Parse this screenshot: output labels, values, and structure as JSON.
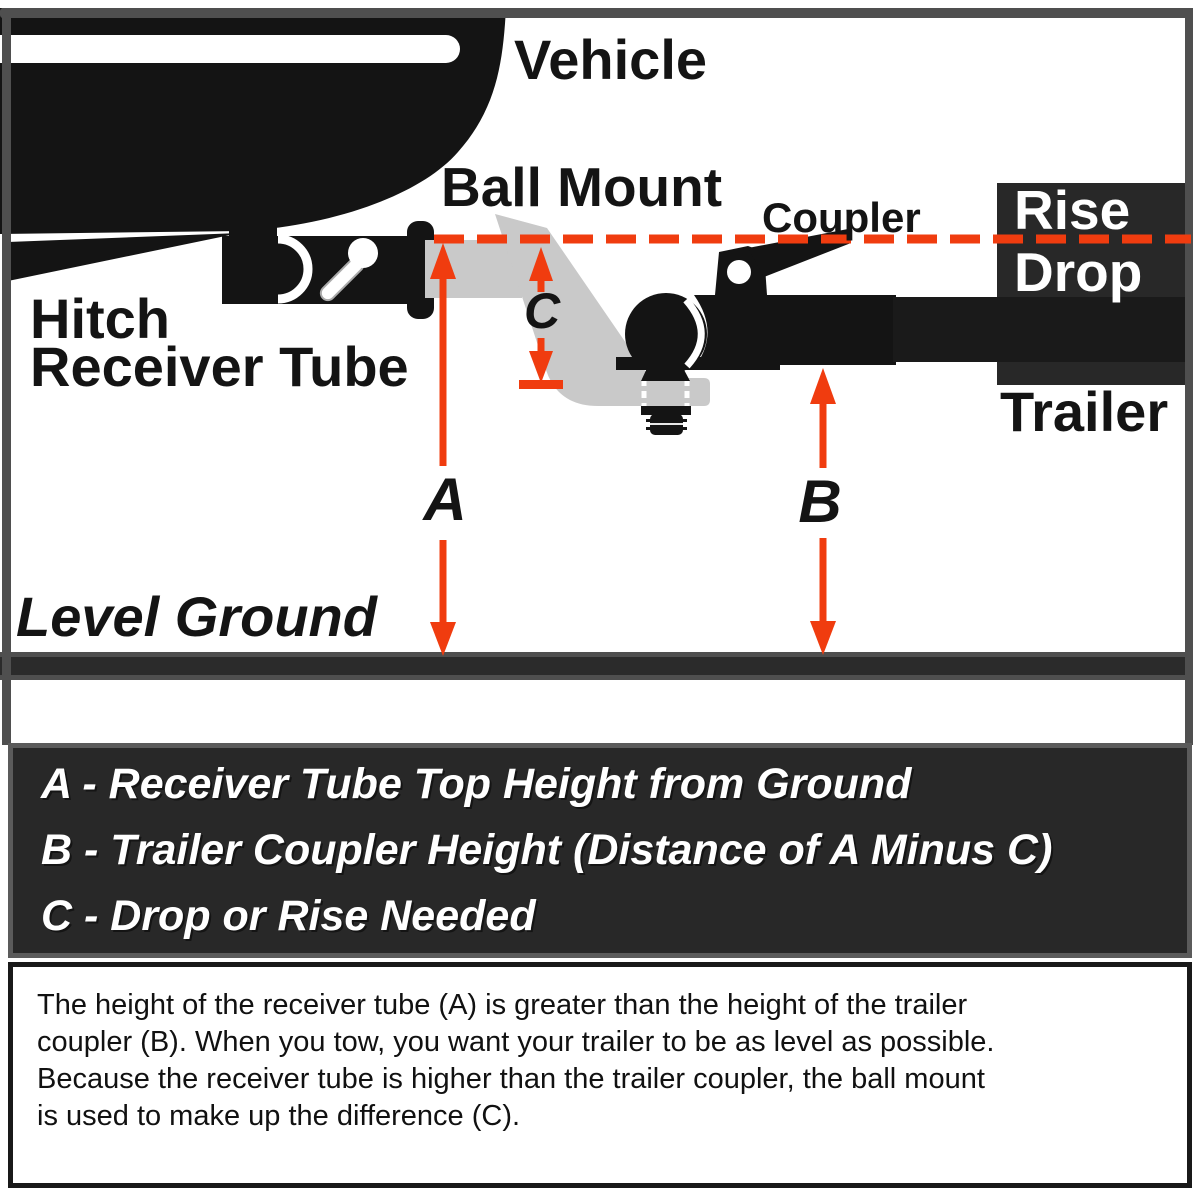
{
  "diagram": {
    "labels": {
      "vehicle": "Vehicle",
      "ball_mount": "Ball Mount",
      "coupler": "Coupler",
      "rise": "Rise",
      "drop": "Drop",
      "trailer": "Trailer",
      "hitch_receiver_line1": "Hitch",
      "hitch_receiver_line2": "Receiver Tube",
      "level_ground": "Level Ground"
    },
    "markers": {
      "a": "A",
      "b": "B",
      "c": "C"
    },
    "colors": {
      "arrow_accent": "#F03C0F",
      "silhouette_black": "#141414",
      "panel_dark": "#282828",
      "frame_gray": "#4F4F4F",
      "ball_mount_gray": "#C9C9C9"
    }
  },
  "legend": {
    "items": [
      "A - Receiver Tube Top Height from Ground",
      "B - Trailer Coupler Height (Distance of A Minus C)",
      "C - Drop or Rise Needed"
    ]
  },
  "description": {
    "lines": [
      "The height of the receiver tube (A) is greater than the height of the trailer",
      "coupler (B). When you tow, you want your trailer to be as level as possible.",
      "Because the receiver tube is higher than the trailer coupler, the ball mount",
      "is used to make up the difference (C)."
    ]
  }
}
